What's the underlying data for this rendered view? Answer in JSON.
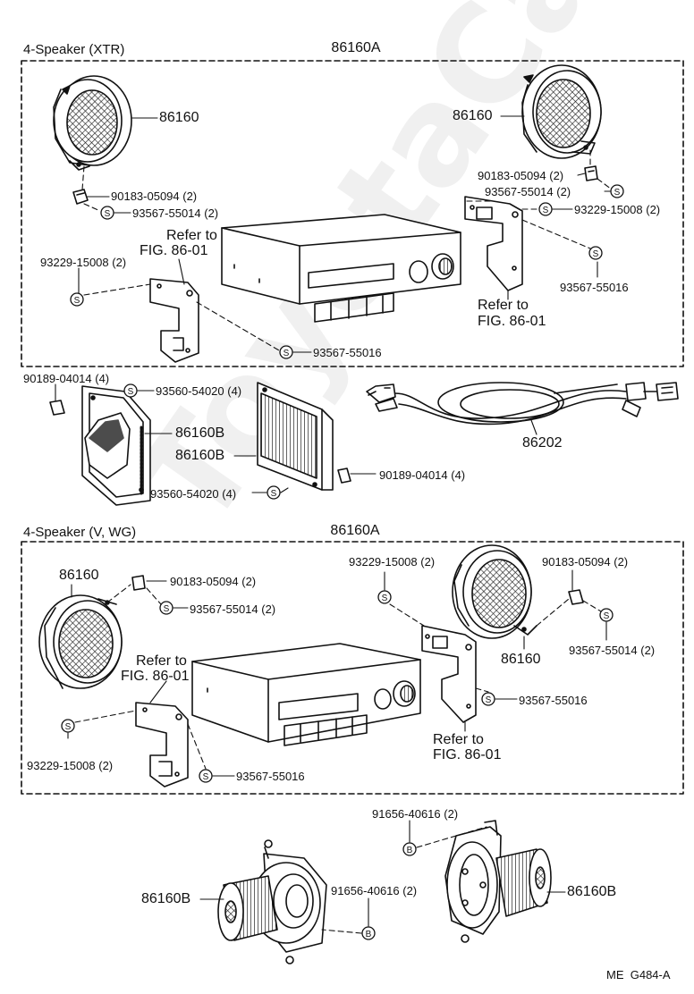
{
  "top_section": {
    "heading": "4-Speaker (XTR)",
    "assembly_part": "86160A",
    "speaker_left": "86160",
    "speaker_right": "86160",
    "left_clip": "90183-05094 (2)",
    "left_screw": "93567-55014 (2)",
    "right_clip": "90183-05094 (2)",
    "right_screw": "93567-55014 (2)",
    "right_bracket_screw": "93229-15008 (2)",
    "right_bracket_screw2": "93567-55016",
    "left_bracket_screw": "93229-15008 (2)",
    "bottom_screw": "93567-55016",
    "refer_left_line1": "Refer to",
    "refer_left_line2": "FIG. 86-01",
    "refer_right_line1": "Refer to",
    "refer_right_line2": "FIG. 86-01"
  },
  "middle_section": {
    "clip_a": "90189-04014 (4)",
    "screw_a": "93560-54020 (4)",
    "speaker_b1": "86160B",
    "speaker_b2": "86160B",
    "screw_b": "93560-54020 (4)",
    "clip_b": "90189-04014 (4)",
    "wire_harness": "86202"
  },
  "bottom_section": {
    "heading": "4-Speaker (V, WG)",
    "assembly_part": "86160A",
    "speaker_left": "86160",
    "speaker_right": "86160",
    "left_clip": "90183-05094 (2)",
    "left_screw": "93567-55014 (2)",
    "top_screw": "93229-15008 (2)",
    "right_clip": "90183-05094 (2)",
    "right_screw": "93567-55014 (2)",
    "right_bracket_screw": "93567-55016",
    "left_bracket_screw": "93229-15008 (2)",
    "bottom_screw": "93567-55016",
    "refer_left_line1": "Refer to",
    "refer_left_line2": "FIG. 86-01",
    "refer_right_line1": "Refer to",
    "refer_right_line2": "FIG. 86-01"
  },
  "lower_section": {
    "bolt_top": "91656-40616 (2)",
    "bolt_mid": "91656-40616 (2)",
    "speaker_left": "86160B",
    "speaker_right": "86160B"
  },
  "footer": {
    "ref_code": "ME  G484-A"
  },
  "watermark": "ToyotaCarMine.ru",
  "symbols": {
    "screw": "S",
    "bolt": "B"
  }
}
